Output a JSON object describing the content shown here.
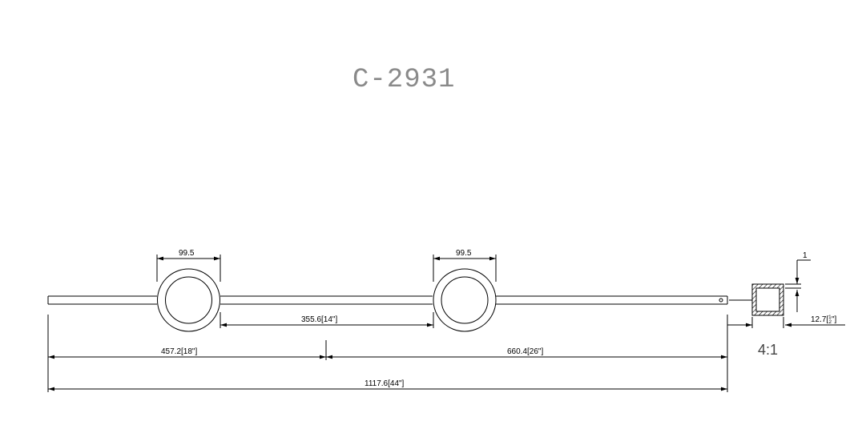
{
  "title": "C-2931",
  "dimensions": {
    "ring_left_width": "99.5",
    "ring_right_width": "99.5",
    "between_rings": "355.6[14\"]",
    "left_segment": "457.2[18\"]",
    "right_segment": "660.4[26\"]",
    "overall": "1117.6[44\"]",
    "wall_thickness": "1",
    "tube_size_value": "12.7[",
    "tube_size_frac_num": "1",
    "tube_size_frac_den": "2",
    "tube_size_suffix": "\"]"
  },
  "detail_scale": "4:1"
}
